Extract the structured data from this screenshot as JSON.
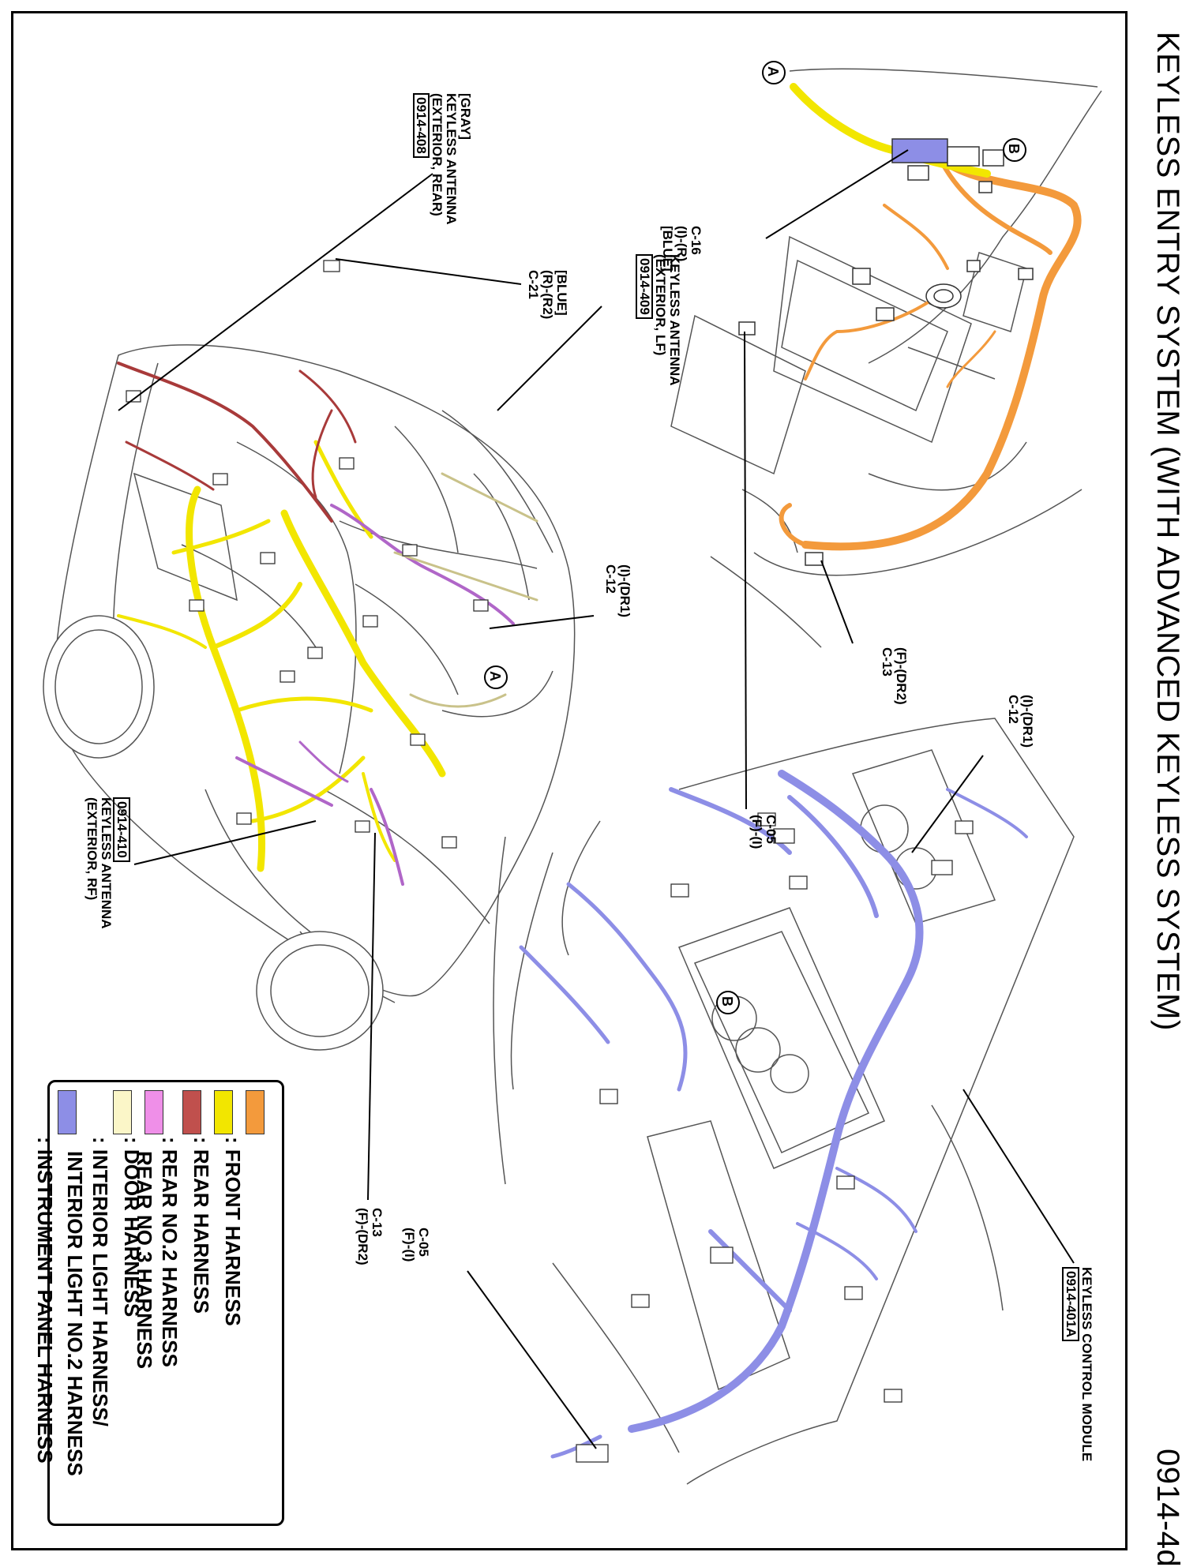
{
  "page": {
    "title": "KEYLESS ENTRY SYSTEM (WITH ADVANCED KEYLESS SYSTEM)",
    "code": "0914-4d"
  },
  "labels": {
    "gray_rear_antenna": {
      "line1": "[GRAY]",
      "line2": "KEYLESS ANTENNA",
      "line3": "(EXTERIOR, REAR)",
      "box": "0914-408"
    },
    "lf_antenna": {
      "line1": "KEYLESS ANTENNA",
      "line2": "(EXTERIOR, LF)",
      "box": "0914-409"
    },
    "rf_antenna": {
      "box": "0914-410",
      "line1": "KEYLESS ANTENNA",
      "line2": "(EXTERIOR, RF)"
    },
    "c21": {
      "line1": "[BLUE]",
      "line2": "(R)-(R2)",
      "line3": "C-21"
    },
    "c12_body": {
      "line1": "(I)-(DR1)",
      "line2": "C-12"
    },
    "c13_body": {
      "line1": "C-13",
      "line2": "(F)-(DR2)"
    },
    "c16": {
      "line1": "C-16",
      "line2": "(I)-(R)",
      "line3": "[BLUE]"
    },
    "c13_front": {
      "line1": "(F)-(DR2)",
      "line2": "C-13"
    },
    "c05_front": {
      "line1": "C-05",
      "line2": "(F)-(I)"
    },
    "c12_panel": {
      "line1": "(I)-(DR1)",
      "line2": "C-12"
    },
    "keyless_module": {
      "line1": "KEYLESS CONTROL MODULE",
      "box": "0914-401A"
    },
    "c05_panel": {
      "line1": "C-05",
      "line2": "(F)-(I)"
    },
    "marker_a": "A",
    "marker_b": "B"
  },
  "legend": [
    {
      "color": "#f39a3c",
      "text": ": FRONT HARNESS"
    },
    {
      "color": "#f2e600",
      "text": ": REAR HARNESS"
    },
    {
      "color": "#c0504d",
      "text": ": REAR NO.2 HARNESS",
      "text2": "REAR NO.3 HARNESS"
    },
    {
      "color": "#ef8fe8",
      "text": ": DOOR HARNESS"
    },
    {
      "color": "#fbf6c8",
      "text": ": INTERIOR LIGHT HARNESS/",
      "text2": "INTERIOR LIGHT NO.2 HARNESS"
    },
    {
      "color": "#8d8ee6",
      "text": ": INSTRUMENT PANEL HARNESS"
    }
  ],
  "colors": {
    "front": "#f39a3c",
    "rear": "#f2e600",
    "rear2": "#c0504d",
    "door": "#b066c8",
    "interior": "#e8e2a8",
    "instrument": "#8d8ee6"
  }
}
